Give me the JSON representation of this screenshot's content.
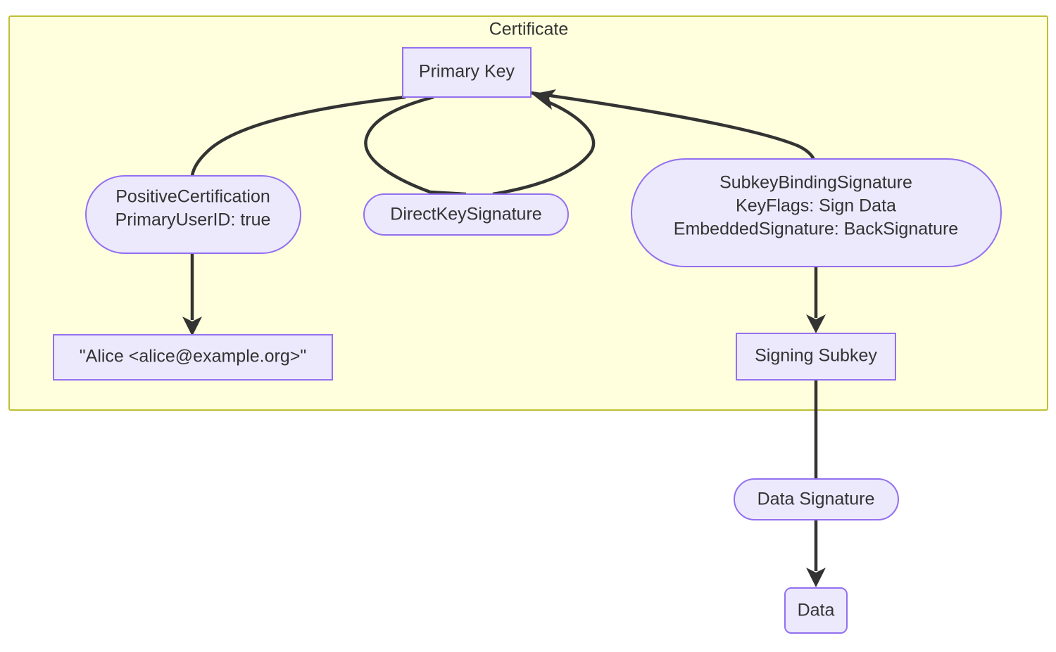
{
  "diagram": {
    "type": "flowchart",
    "title_text": "",
    "cluster": {
      "label": "Certificate",
      "fill_color": "#ffffdd",
      "border_color": "#bfbf33"
    },
    "theme": {
      "node_fill": "#ece9fd",
      "node_border": "#9370f0",
      "edge_color": "#333333",
      "text_color": "#333333",
      "page_background": "#ffffff"
    },
    "nodes": [
      {
        "id": "primary-key",
        "shape": "rect",
        "lines": [
          "Primary Key"
        ],
        "in_cluster": true
      },
      {
        "id": "positive-certification",
        "shape": "stadium",
        "lines": [
          "PositiveCertification",
          "PrimaryUserID: true"
        ],
        "in_cluster": true
      },
      {
        "id": "direct-key-signature",
        "shape": "stadium",
        "lines": [
          "DirectKeySignature"
        ],
        "in_cluster": true
      },
      {
        "id": "subkey-binding-signature",
        "shape": "stadium",
        "lines": [
          "SubkeyBindingSignature",
          "KeyFlags: Sign Data",
          "EmbeddedSignature: BackSignature"
        ],
        "in_cluster": true
      },
      {
        "id": "user-id",
        "shape": "rect",
        "lines": [
          "\"Alice <alice@example.org>\""
        ],
        "in_cluster": true
      },
      {
        "id": "signing-subkey",
        "shape": "rect",
        "lines": [
          "Signing Subkey"
        ],
        "in_cluster": true
      },
      {
        "id": "data-signature",
        "shape": "stadium",
        "lines": [
          "Data Signature"
        ],
        "in_cluster": false
      },
      {
        "id": "data",
        "shape": "rounded-rect",
        "lines": [
          "Data"
        ],
        "in_cluster": false
      }
    ],
    "edges": [
      {
        "from": "primary-key",
        "to": "positive-certification",
        "arrow": false
      },
      {
        "from": "primary-key",
        "to": "direct-key-signature",
        "arrow": false
      },
      {
        "from": "direct-key-signature",
        "to": "primary-key",
        "arrow": true
      },
      {
        "from": "primary-key",
        "to": "subkey-binding-signature",
        "arrow": false
      },
      {
        "from": "positive-certification",
        "to": "user-id",
        "arrow": true
      },
      {
        "from": "subkey-binding-signature",
        "to": "signing-subkey",
        "arrow": true
      },
      {
        "from": "signing-subkey",
        "to": "data-signature",
        "arrow": false
      },
      {
        "from": "data-signature",
        "to": "data",
        "arrow": true
      }
    ]
  }
}
